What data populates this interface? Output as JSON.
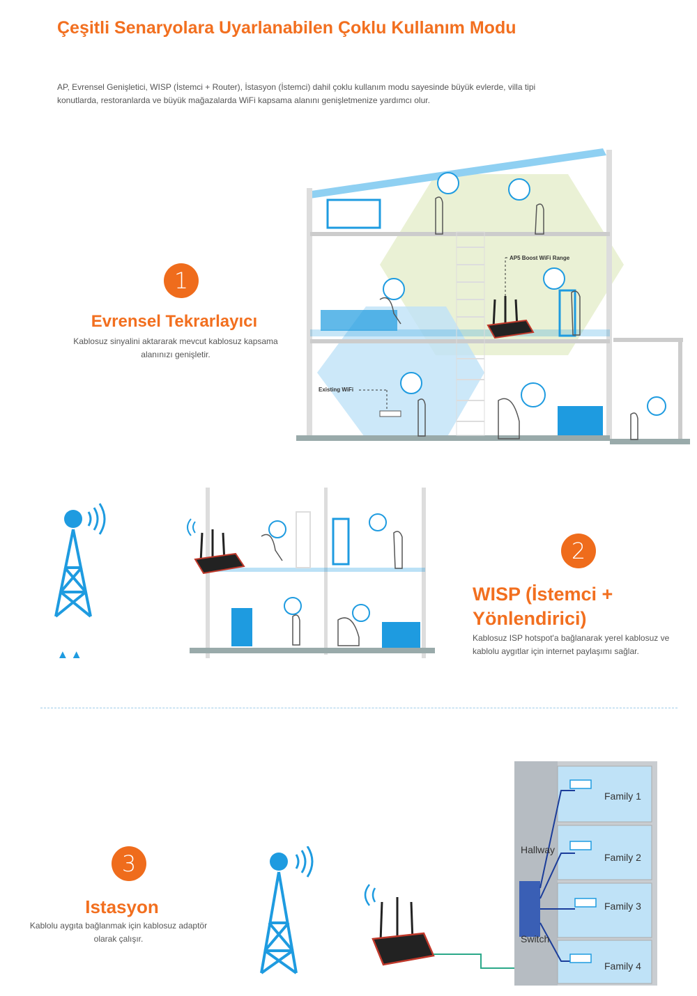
{
  "header": {
    "title": "Çeşitli Senaryolara Uyarlanabilen Çoklu Kullanım Modu",
    "intro": "AP, Evrensel Genişletici, WISP (İstemci + Router), İstasyon (İstemci) dahil çoklu kullanım modu sayesinde büyük evlerde, villa tipi konutlarda, restoranlarda ve büyük mağazalarda WiFi kapsama alanını genişletmenize yardımcı olur."
  },
  "modes": [
    {
      "number": "1",
      "title": "Evrensel Tekrarlayıcı",
      "desc": "Kablosuz sinyalini aktararak mevcut kablosuz kapsama alanınızı genişletir."
    },
    {
      "number": "2",
      "title": "WISP (İstemci + Yönlendirici)",
      "desc": "Kablosuz ISP hotspot'a bağlanarak yerel kablosuz ve kablolu aygıtlar için internet paylaşımı sağlar."
    },
    {
      "number": "3",
      "title": "Istasyon",
      "desc": "Kablolu aygıta bağlanmak için kablosuz adaptör olarak çalışır."
    }
  ],
  "diagram1": {
    "label_boost": "AP5 Boost WiFi Range",
    "label_existing": "Existing WiFi"
  },
  "diagram3": {
    "hallway": "Hallway",
    "switch": "Switch",
    "families": [
      "Family 1",
      "Family 2",
      "Family 3",
      "Family 4"
    ]
  },
  "colors": {
    "accent": "#f26f1f",
    "blue": "#1e9be0",
    "lightblue": "#bfe2f7",
    "green": "#e4efcc"
  }
}
